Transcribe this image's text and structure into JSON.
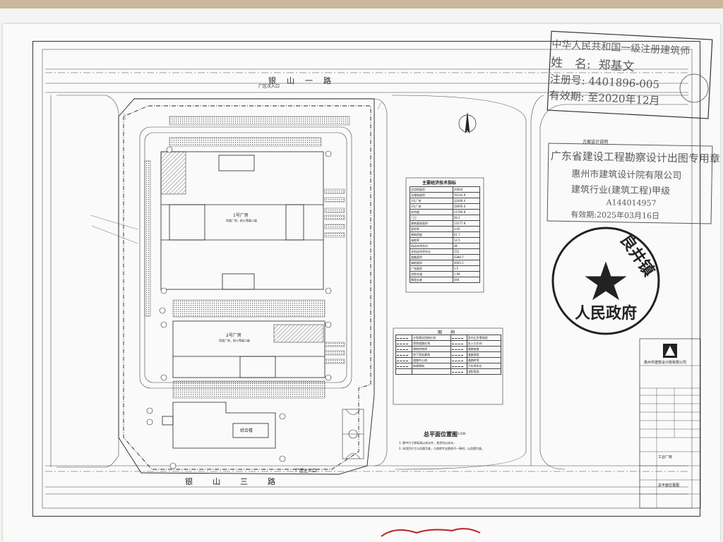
{
  "top_road": "银　山　一　路",
  "bottom_road": "银　　山　　三　　路",
  "entrance_top": "厂区次入口",
  "entrance_bottom": "厂区主入口",
  "table_title": "主要经济技术指标",
  "legend_title": "图　　例",
  "plan_title": "总平面位置图",
  "plan_scale": "1:500",
  "plan_notes": [
    "1. 图中尺寸除标高以米计外，其余均以米计。",
    "2. 本项目尺寸以总图为准，与其他专业图纸不一致时，以总图为准。"
  ],
  "design_notes_title": "方案设计说明",
  "stamp1": {
    "line1": "中华人民共和国一级注册建筑师",
    "name_label": "姓　名:",
    "name": "郑基文",
    "reg_label": "注册号:",
    "reg": "4401896-005",
    "valid_label": "有效期:",
    "valid": "至2020年12月"
  },
  "stamp2": {
    "line1": "广东省建设工程勘察设计出图专用章",
    "line2": "惠州市建筑设计院有限公司",
    "line3": "建筑行业(建筑工程)甲级",
    "line4": "A144014957",
    "line5": "有效期:2025年03月16日"
  },
  "seal": {
    "text_arc": "良井镇",
    "text_bottom": "人民政府"
  },
  "company_block": {
    "name": "惠州市建筑设计院有限公司",
    "drawing_title": "总平面位置图",
    "project": "工业厂房"
  },
  "buildings": {
    "b1": "1号厂房",
    "b1_sub": "丙类厂房，耐火等级二级",
    "b2": "2号厂房",
    "b2_sub": "丙类厂房，耐火等级二级",
    "b3": "综合楼"
  },
  "table_rows": [
    [
      "总用地面积",
      "20844"
    ],
    [
      "总建筑面积",
      "76142.9"
    ],
    [
      "1号厂房",
      "32446.4"
    ],
    [
      "2号厂房",
      "18095.6"
    ],
    [
      "综合楼",
      "11794.8"
    ],
    [
      "门卫",
      "58.1"
    ],
    [
      "建筑基底面积",
      "13177.8"
    ],
    [
      "容积率",
      "3.65"
    ],
    [
      "建筑密度",
      "61.7"
    ],
    [
      "绿地率",
      "12.5"
    ],
    [
      "机动车停车位",
      "38"
    ],
    [
      "非机动车停车位",
      "152"
    ],
    [
      "道路面积",
      "4388.7"
    ],
    [
      "绿地面积",
      "2605.5"
    ],
    [
      "广场面积",
      "1.5"
    ],
    [
      "消防车道",
      "1.96"
    ],
    [
      "围墙长度",
      "594"
    ]
  ],
  "legend_rows": [
    [
      "计划建设用地红线",
      "室内正负零高程"
    ],
    [
      "规划道路红线",
      "出入口方向"
    ],
    [
      "建筑控制线",
      "道路坡度"
    ],
    [
      "地下室轮廓线",
      "道路高程"
    ],
    [
      "道路中心线",
      "道路转弯"
    ],
    [
      "新建建筑",
      "汽车停车位"
    ],
    [
      "",
      "消防登高"
    ]
  ],
  "colors": {
    "line": "#333333",
    "hatch": "#555555",
    "red_stamp": "#b22222",
    "seal": "#222222"
  }
}
